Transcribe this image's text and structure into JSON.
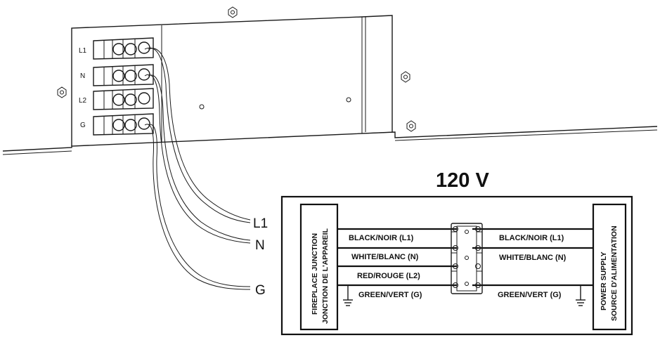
{
  "terminal_block": {
    "labels": [
      "L1",
      "N",
      "L2",
      "G"
    ]
  },
  "lead_labels": [
    "L1",
    "N",
    "G"
  ],
  "voltage": "120 V",
  "fireplace_junction": {
    "line1": "FIREPLACE JUNCTION",
    "line2": "JONCTION DE L'APPAREIL"
  },
  "power_supply": {
    "line1": "POWER SUPPLY",
    "line2": "SOURCE D'ALIMENTATION"
  },
  "left_wires": [
    "BLACK/NOIR (L1)",
    "WHITE/BLANC (N)",
    "RED/ROUGE (L2)",
    "GREEN/VERT (G)"
  ],
  "right_wires": [
    "BLACK/NOIR (L1)",
    "WHITE/BLANC (N)",
    "GREEN/VERT (G)"
  ]
}
